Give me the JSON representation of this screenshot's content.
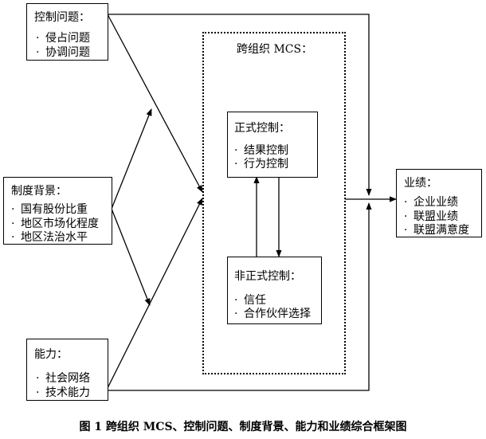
{
  "control_issues": {
    "title": "控制问题：",
    "items": [
      "侵占问题",
      "协调问题"
    ]
  },
  "institutional_background": {
    "title": "制度背景：",
    "items": [
      "国有股份比重",
      "地区市场化程度",
      "地区法治水平"
    ]
  },
  "capability": {
    "title": "能力：",
    "items": [
      "社会网络",
      "技术能力"
    ]
  },
  "mcs": {
    "title": "跨组织 MCS："
  },
  "formal_control": {
    "title": "正式控制：",
    "items": [
      "结果控制",
      "行为控制"
    ]
  },
  "informal_control": {
    "title": "非正式控制：",
    "items": [
      "信任",
      "合作伙伴选择"
    ]
  },
  "performance": {
    "title": "业绩：",
    "items": [
      "企业业绩",
      "联盟业绩",
      "联盟满意度"
    ]
  },
  "caption": "图 1    跨组织 MCS、控制问题、制度背景、能力和业绩综合框架图"
}
